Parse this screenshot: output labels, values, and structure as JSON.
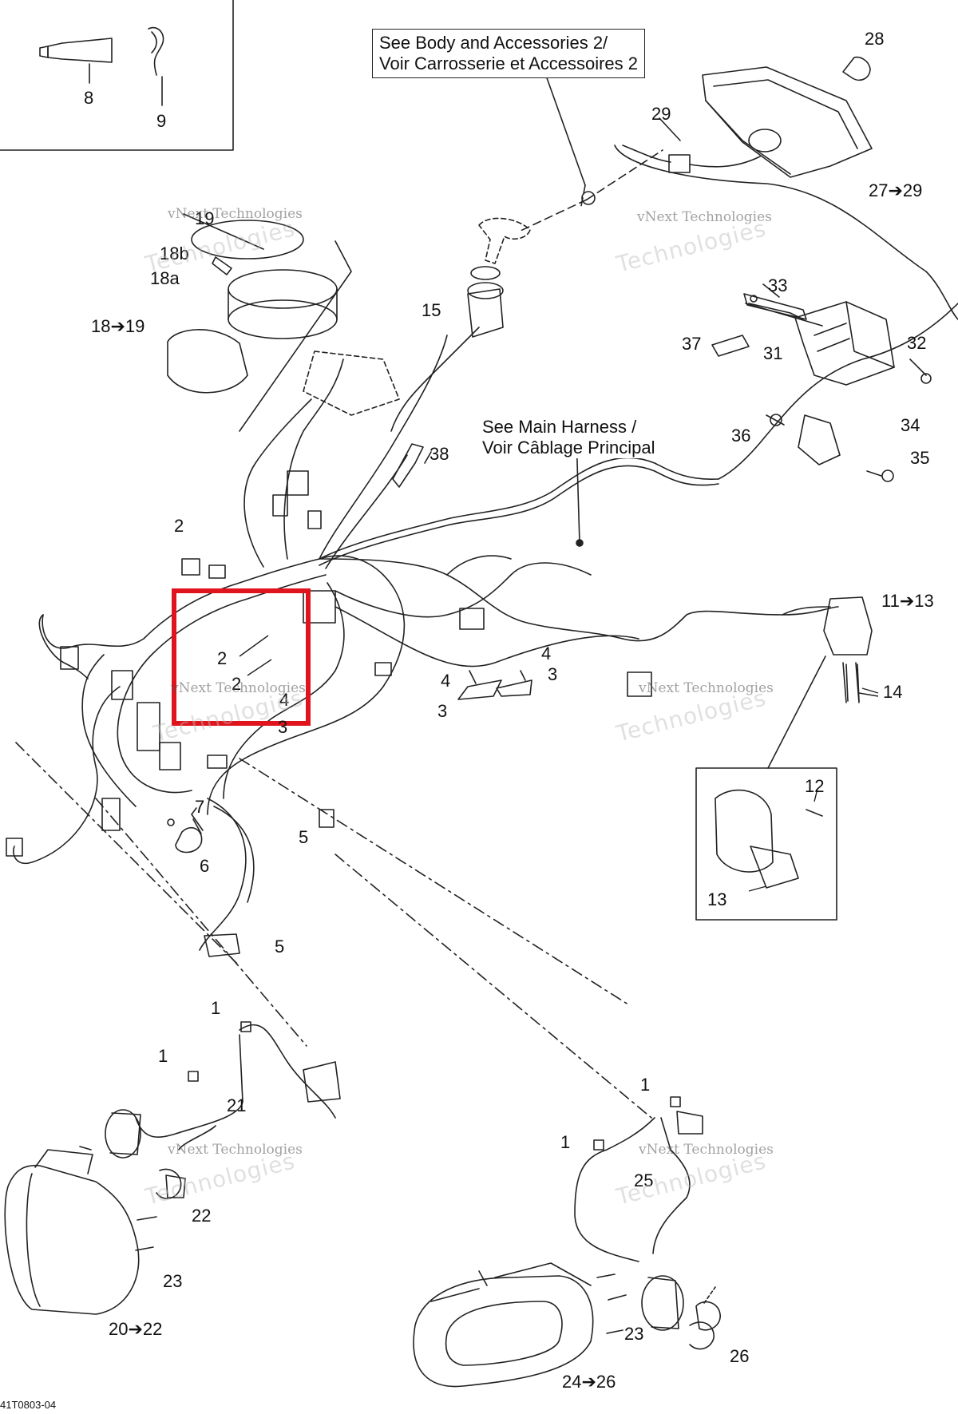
{
  "notes": {
    "body_accessories_line1": "See Body and Accessories 2/",
    "body_accessories_line2": "Voir Carrosserie et Accessoires 2",
    "main_harness_line1": "See Main Harness /",
    "main_harness_line2": "Voir Câblage Principal"
  },
  "callouts": {
    "c8": "8",
    "c9": "9",
    "c28": "28",
    "c29": "29",
    "c27_29": "27➔29",
    "c19": "19",
    "c18b": "18b",
    "c18a": "18a",
    "c18_19": "18➔19",
    "c15": "15",
    "c33": "33",
    "c37": "37",
    "c31": "31",
    "c32": "32",
    "c36": "36",
    "c34": "34",
    "c35": "35",
    "c38": "38",
    "c2a": "2",
    "c2b": "2",
    "c2c": "2",
    "c11_13": "11➔13",
    "c4a": "4",
    "c4b": "4",
    "c4c": "4",
    "c3a": "3",
    "c3b": "3",
    "c3c": "3",
    "c14": "14",
    "c12": "12",
    "c13": "13",
    "c7": "7",
    "c6": "6",
    "c5a": "5",
    "c5b": "5",
    "c1a": "1",
    "c1b": "1",
    "c1c": "1",
    "c1d": "1",
    "c21": "21",
    "c22": "22",
    "c23a": "23",
    "c20_22": "20➔22",
    "c25": "25",
    "c23b": "23",
    "c26": "26",
    "c24_26": "24➔26"
  },
  "watermark": {
    "line1": "vNext Technologies",
    "line2": "Technologies"
  },
  "doc_id": "41T0803-04",
  "colors": {
    "highlight": "#e0141c",
    "line": "#222222"
  }
}
